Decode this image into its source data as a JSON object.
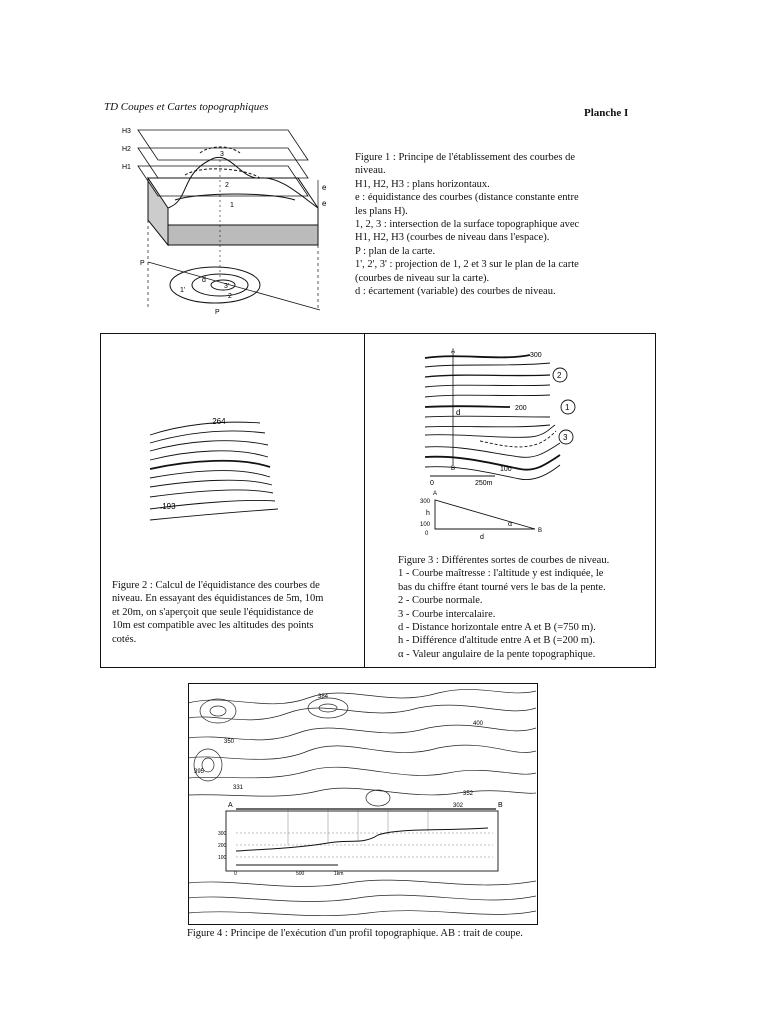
{
  "header": {
    "title": "TD Coupes et Cartes topographiques",
    "plate": "Planche I"
  },
  "figure1": {
    "lines": [
      "Figure 1 : Principe de l'établissement des courbes de",
      "niveau.",
      "H1, H2, H3 : plans horizontaux.",
      "e  : équidistance des courbes (distance constante entre",
      "les plans H).",
      "1, 2, 3  : intersection de la surface topographique avec",
      "H1, H2, H3 (courbes de niveau dans l'espace).",
      "P : plan de la carte.",
      "1', 2', 3'  : projection de 1, 2 et 3 sur le plan de la carte",
      "(courbes de niveau  sur la carte).",
      "d  : écartement (variable) des courbes de niveau."
    ],
    "labels": {
      "h3": "H3",
      "h2": "H2",
      "h1": "H1",
      "e1": "e",
      "e2": "e",
      "p": "P",
      "n1": "1",
      "n2": "2",
      "n3": "3",
      "n1p": "1'",
      "n2p": "2",
      "n3p": "3'",
      "d": "d",
      "pp": "P"
    }
  },
  "figure2": {
    "lines": [
      "Figure 2 : Calcul de l'équidistance des courbes de",
      "niveau. En essayant des équidistances de 5m, 10m",
      "et 20m, on s'aperçoit que seule l'équidistance de",
      "10m est compatible avec les altitudes des points",
      "cotés."
    ],
    "spot_high": ".264",
    "spot_low": ".193"
  },
  "figure3": {
    "lines": [
      "Figure 3 : Différentes sortes de courbes de niveau.",
      "1 - Courbe maîtresse : l'altitude y est indiquée, le",
      "bas du chiffre étant tourné vers le bas de la pente.",
      "2 - Courbe normale.",
      "3 - Courbe intercalaire.",
      "d - Distance horizontale entre A et B (=750 m).",
      "h - Différence d'altitude entre A et B (=200 m).",
      "α - Valeur angulaire de la pente topographique."
    ],
    "labels": {
      "a": "A",
      "b": "B",
      "c300": "300",
      "c200": "200",
      "c100": "100",
      "d": "d",
      "zero": "0",
      "scale": "250m",
      "circ1": "1",
      "circ2": "2",
      "circ3": "3",
      "ta": "A",
      "t300": "300",
      "th": "h",
      "t100": "100",
      "t0": "0",
      "td": "d",
      "talpha": "α",
      "tb": "B"
    }
  },
  "figure4": {
    "caption": "Figure 4 : Principe de l'exécution d'un profil topographique. AB : trait de coupe.",
    "labels": {
      "a": "A",
      "b": "B",
      "e331": "331",
      "e395": "395",
      "e384": "384",
      "e400": "400",
      "e352": "352",
      "e302": "302",
      "e350": "350",
      "y300": "300",
      "y200": "200",
      "y100": "100",
      "x0": "0",
      "x500": "500",
      "x1km": "1km"
    }
  }
}
